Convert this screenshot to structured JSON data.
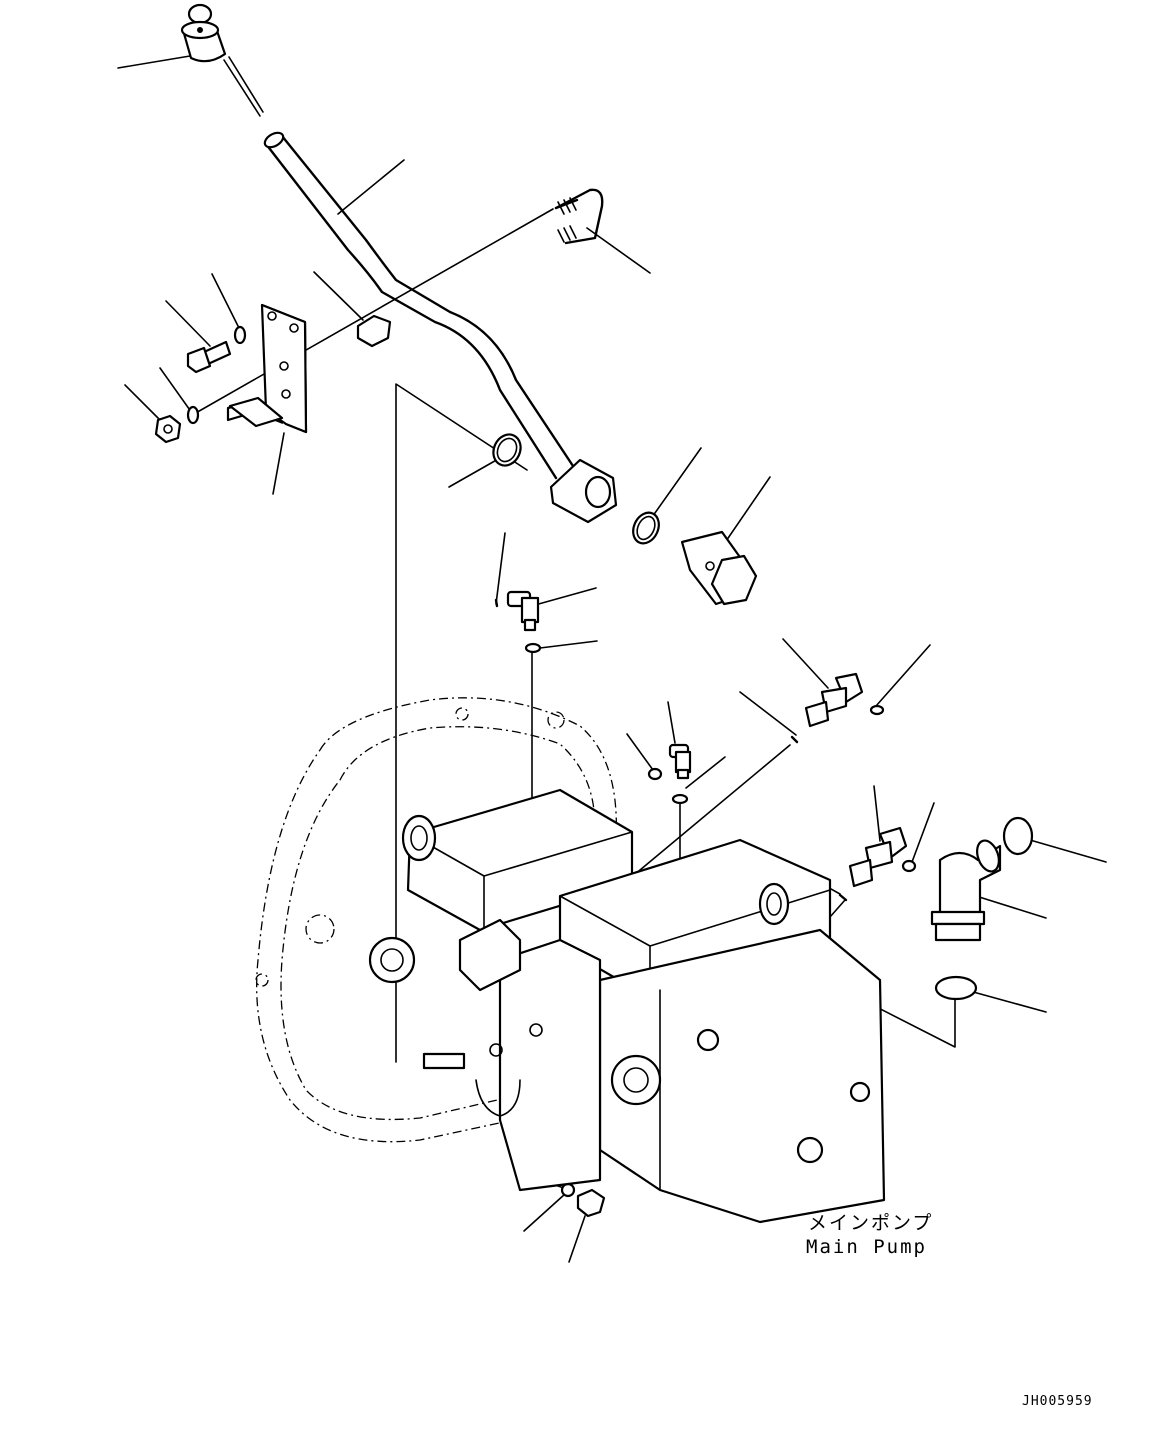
{
  "labels": {
    "main_pump_jp": "メインポンプ",
    "main_pump_en": "Main Pump",
    "drawing_code": "JH005959"
  }
}
